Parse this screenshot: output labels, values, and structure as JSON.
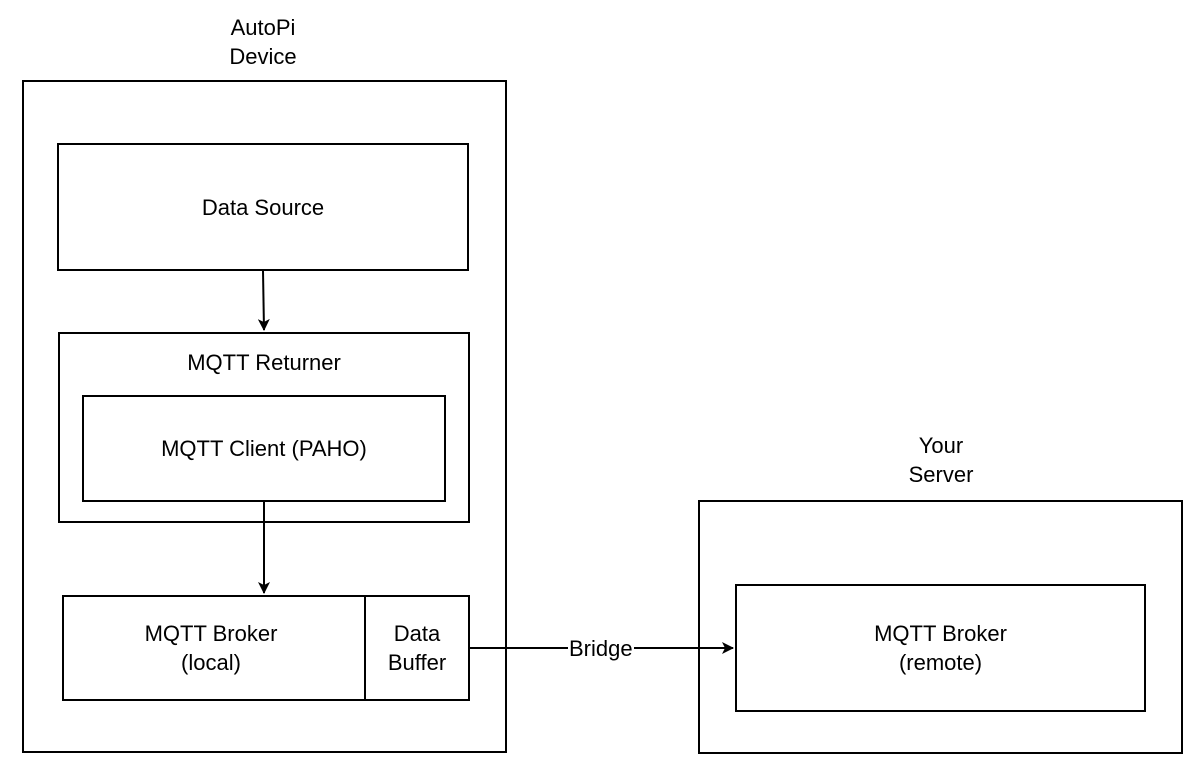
{
  "autopi_device": {
    "title_line1": "AutoPi",
    "title_line2": "Device"
  },
  "data_source": {
    "label": "Data Source"
  },
  "mqtt_returner": {
    "label": "MQTT Returner",
    "client_label": "MQTT Client (PAHO)"
  },
  "local_broker": {
    "line1": "MQTT Broker",
    "line2": "(local)"
  },
  "data_buffer": {
    "line1": "Data",
    "line2": "Buffer"
  },
  "your_server": {
    "title_line1": "Your",
    "title_line2": "Server"
  },
  "remote_broker": {
    "line1": "MQTT Broker",
    "line2": "(remote)"
  },
  "bridge": {
    "label": "Bridge"
  }
}
